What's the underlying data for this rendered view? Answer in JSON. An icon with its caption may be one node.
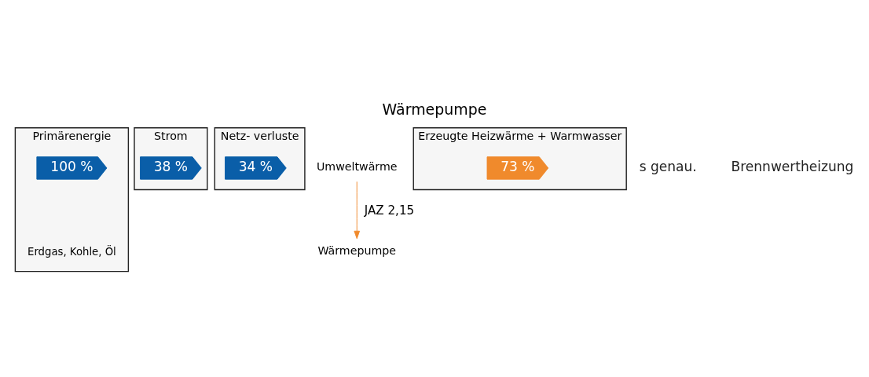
{
  "diagram": {
    "title": "Wärmepumpe",
    "nodes": [
      {
        "text": [
          "Primärenergie",
          "Erdgas, Kohle, Öl"
        ]
      },
      {
        "text": [
          "100 %"
        ],
        "in": 0
      },
      {
        "text": [
          "Strom"
        ]
      },
      {
        "text": [
          "38 %"
        ],
        "in": 2
      },
      {
        "text": [
          "Netz- verluste"
        ]
      },
      {
        "text": [
          "34 %"
        ],
        "in": 4
      },
      {
        "text": [
          "Umweltwärme"
        ]
      },
      {
        "text": [
          "Wärmepumpe"
        ]
      },
      {
        "text": [
          "Erzeugte Heizwärme + Warmwasser"
        ]
      },
      {
        "text": [
          "73 %"
        ],
        "in": 8
      }
    ],
    "edges": [
      {
        "from": 6,
        "to": 7,
        "arrow": "to",
        "label": "JAZ 2,15",
        "color": "#f08a2c"
      }
    ],
    "labels": [
      "s genau.",
      "Brennwertheizung"
    ]
  }
}
